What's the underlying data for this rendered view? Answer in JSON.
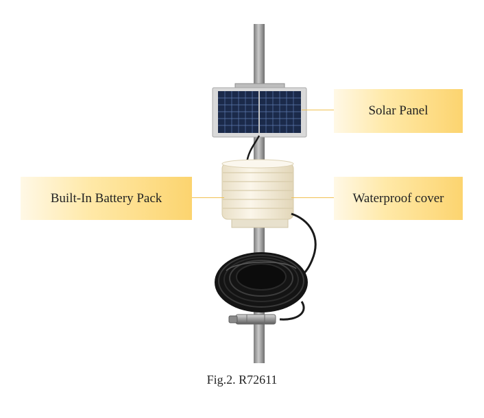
{
  "labels": {
    "solar_panel": "Solar Panel",
    "battery_pack": "Built-In Battery Pack",
    "waterproof_cover": "Waterproof cover"
  },
  "caption": "Fig.2. R72611",
  "colors": {
    "label_gradient_start": "#fff8e6",
    "label_gradient_end": "#fcd46f",
    "pole": "#9a9a9a",
    "cable": "#1a1a1a",
    "panel_cells": "#1b2a4a",
    "cover": "#f3ecd9"
  }
}
